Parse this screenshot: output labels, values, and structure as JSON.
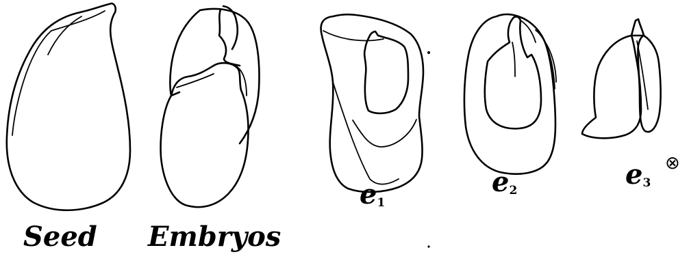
{
  "labels": {
    "seed": "Seed",
    "embryos": "Embryos",
    "e1": {
      "base": "e",
      "sub": "1"
    },
    "e2": {
      "base": "e",
      "sub": "2"
    },
    "e3": {
      "base": "e",
      "sub": "3"
    }
  },
  "symbols": {
    "cross_circle": "⊗"
  }
}
